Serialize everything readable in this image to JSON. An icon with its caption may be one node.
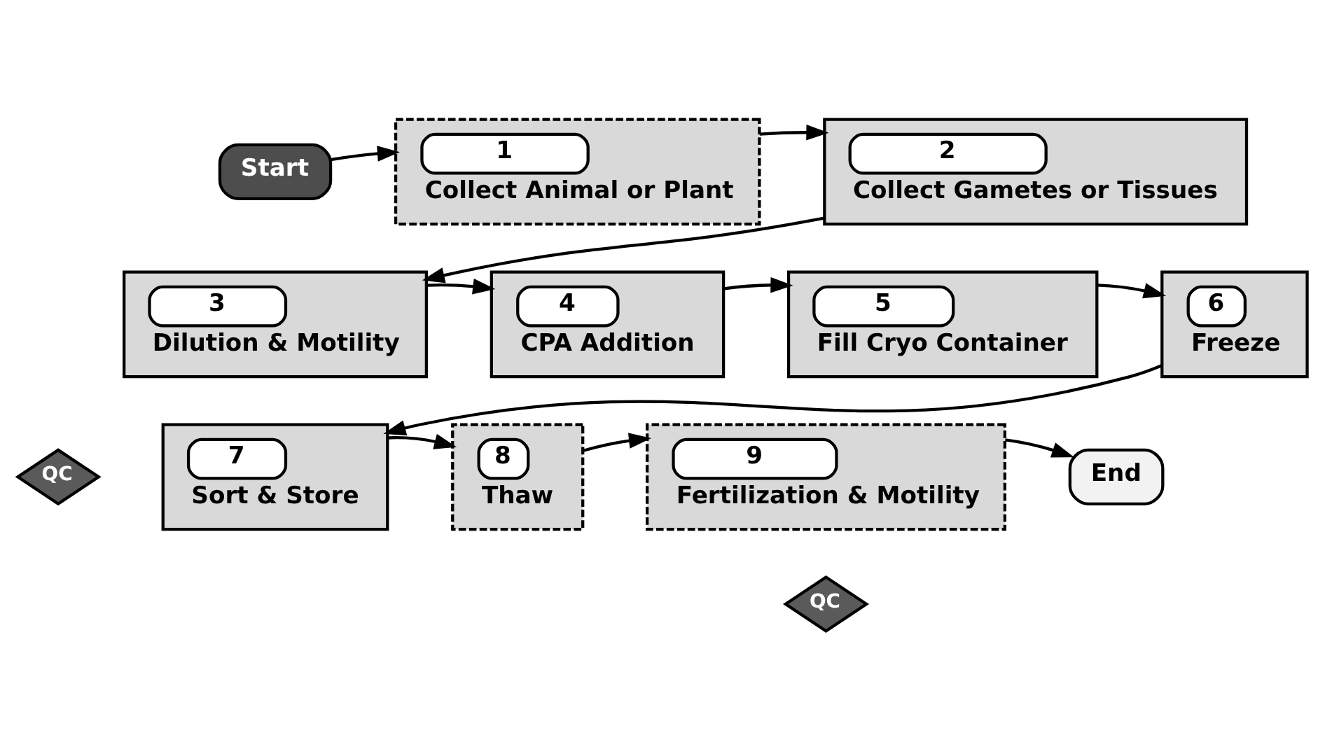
{
  "diagram": {
    "nodes": [
      {
        "text": [
          "Start"
        ]
      },
      {
        "text": [
          "1",
          "Collect Animal or Plant"
        ]
      },
      {
        "text": [
          "2",
          "Collect Gametes or Tissues"
        ]
      },
      {
        "text": [
          "3",
          "Dilution & Motility"
        ]
      },
      {
        "text": [
          "QC"
        ]
      },
      {
        "text": [
          "4",
          "CPA Addition"
        ]
      },
      {
        "text": [
          "5",
          "Fill Cryo Container"
        ]
      },
      {
        "text": [
          "6",
          "Freeze"
        ]
      },
      {
        "text": [
          "7",
          "Sort & Store"
        ]
      },
      {
        "text": [
          "8",
          "Thaw"
        ]
      },
      {
        "text": [
          "9",
          "Fertilization & Motility"
        ]
      },
      {
        "text": [
          "QC"
        ]
      },
      {
        "text": [
          "End"
        ]
      }
    ],
    "edges": [
      {
        "from": 0,
        "to": 1,
        "arrow": "to"
      },
      {
        "from": 1,
        "to": 2,
        "arrow": "to"
      },
      {
        "from": 2,
        "to": 3,
        "arrow": "to"
      },
      {
        "from": 3,
        "to": 5,
        "arrow": "to"
      },
      {
        "from": 5,
        "to": 6,
        "arrow": "to"
      },
      {
        "from": 6,
        "to": 7,
        "arrow": "to"
      },
      {
        "from": 7,
        "to": 8,
        "arrow": "to"
      },
      {
        "from": 8,
        "to": 9,
        "arrow": "to"
      },
      {
        "from": 9,
        "to": 10,
        "arrow": "to"
      },
      {
        "from": 10,
        "to": 12,
        "arrow": "to"
      }
    ]
  }
}
